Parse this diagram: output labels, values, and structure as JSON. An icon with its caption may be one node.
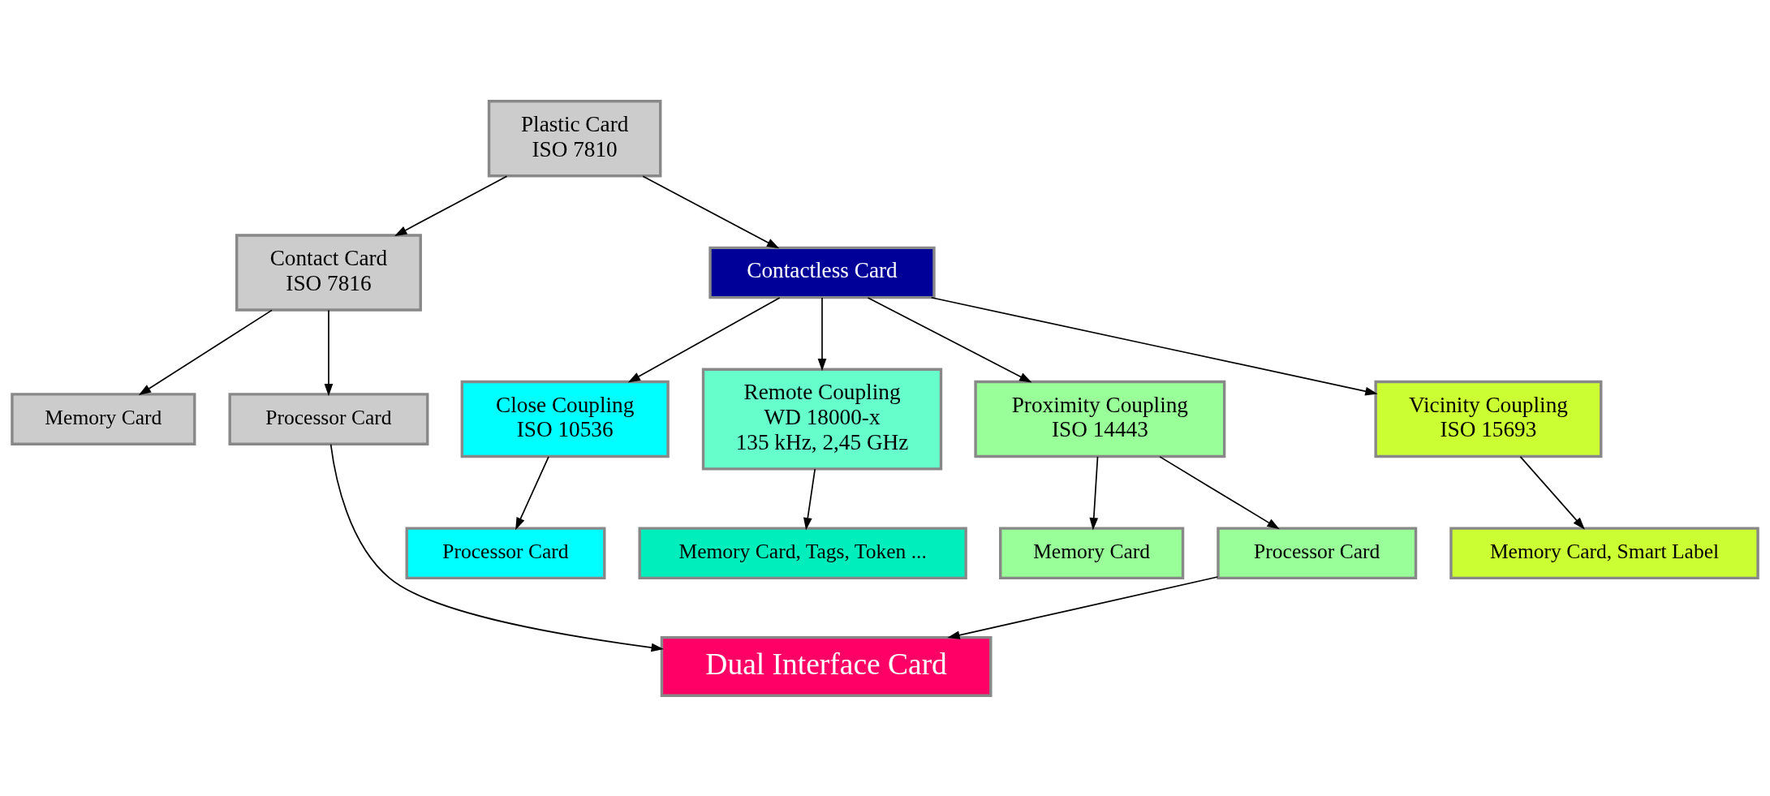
{
  "diagram": {
    "nodes": [
      {
        "text": [
          "Plastic Card",
          "ISO 7810"
        ]
      },
      {
        "text": [
          "Contact Card",
          "ISO 7816"
        ]
      },
      {
        "text": [
          "Contactless Card"
        ]
      },
      {
        "text": [
          "Close Coupling",
          "ISO 10536"
        ]
      },
      {
        "text": [
          "Remote Coupling",
          "WD 18000-x",
          "135 kHz, 2,45 GHz"
        ]
      },
      {
        "text": [
          "Proximity Coupling",
          "ISO 14443"
        ]
      },
      {
        "text": [
          "Vicinity Coupling",
          "ISO 15693"
        ]
      },
      {
        "text": [
          "Memory Card"
        ]
      },
      {
        "text": [
          "Processor Card"
        ]
      },
      {
        "text": [
          "Processor Card"
        ]
      },
      {
        "text": [
          "Memory Card, Tags, Token ..."
        ]
      },
      {
        "text": [
          "Memory Card"
        ]
      },
      {
        "text": [
          "Processor Card"
        ]
      },
      {
        "text": [
          "Memory Card, Smart Label"
        ]
      },
      {
        "text": [
          "Dual Interface Card"
        ]
      }
    ],
    "edges": [
      {
        "from": 0,
        "to": 1,
        "arrow": "to"
      },
      {
        "from": 0,
        "to": 2,
        "arrow": "to"
      },
      {
        "from": 1,
        "to": 7,
        "arrow": "to"
      },
      {
        "from": 1,
        "to": 8,
        "arrow": "to"
      },
      {
        "from": 2,
        "to": 3,
        "arrow": "to"
      },
      {
        "from": 2,
        "to": 4,
        "arrow": "to"
      },
      {
        "from": 2,
        "to": 5,
        "arrow": "to"
      },
      {
        "from": 2,
        "to": 6,
        "arrow": "to"
      },
      {
        "from": 3,
        "to": 9,
        "arrow": "to"
      },
      {
        "from": 4,
        "to": 10,
        "arrow": "to"
      },
      {
        "from": 5,
        "to": 11,
        "arrow": "to"
      },
      {
        "from": 5,
        "to": 12,
        "arrow": "to"
      },
      {
        "from": 6,
        "to": 13,
        "arrow": "to"
      },
      {
        "from": 8,
        "to": 14,
        "arrow": "to"
      },
      {
        "from": 12,
        "to": 14,
        "arrow": "to"
      }
    ]
  }
}
